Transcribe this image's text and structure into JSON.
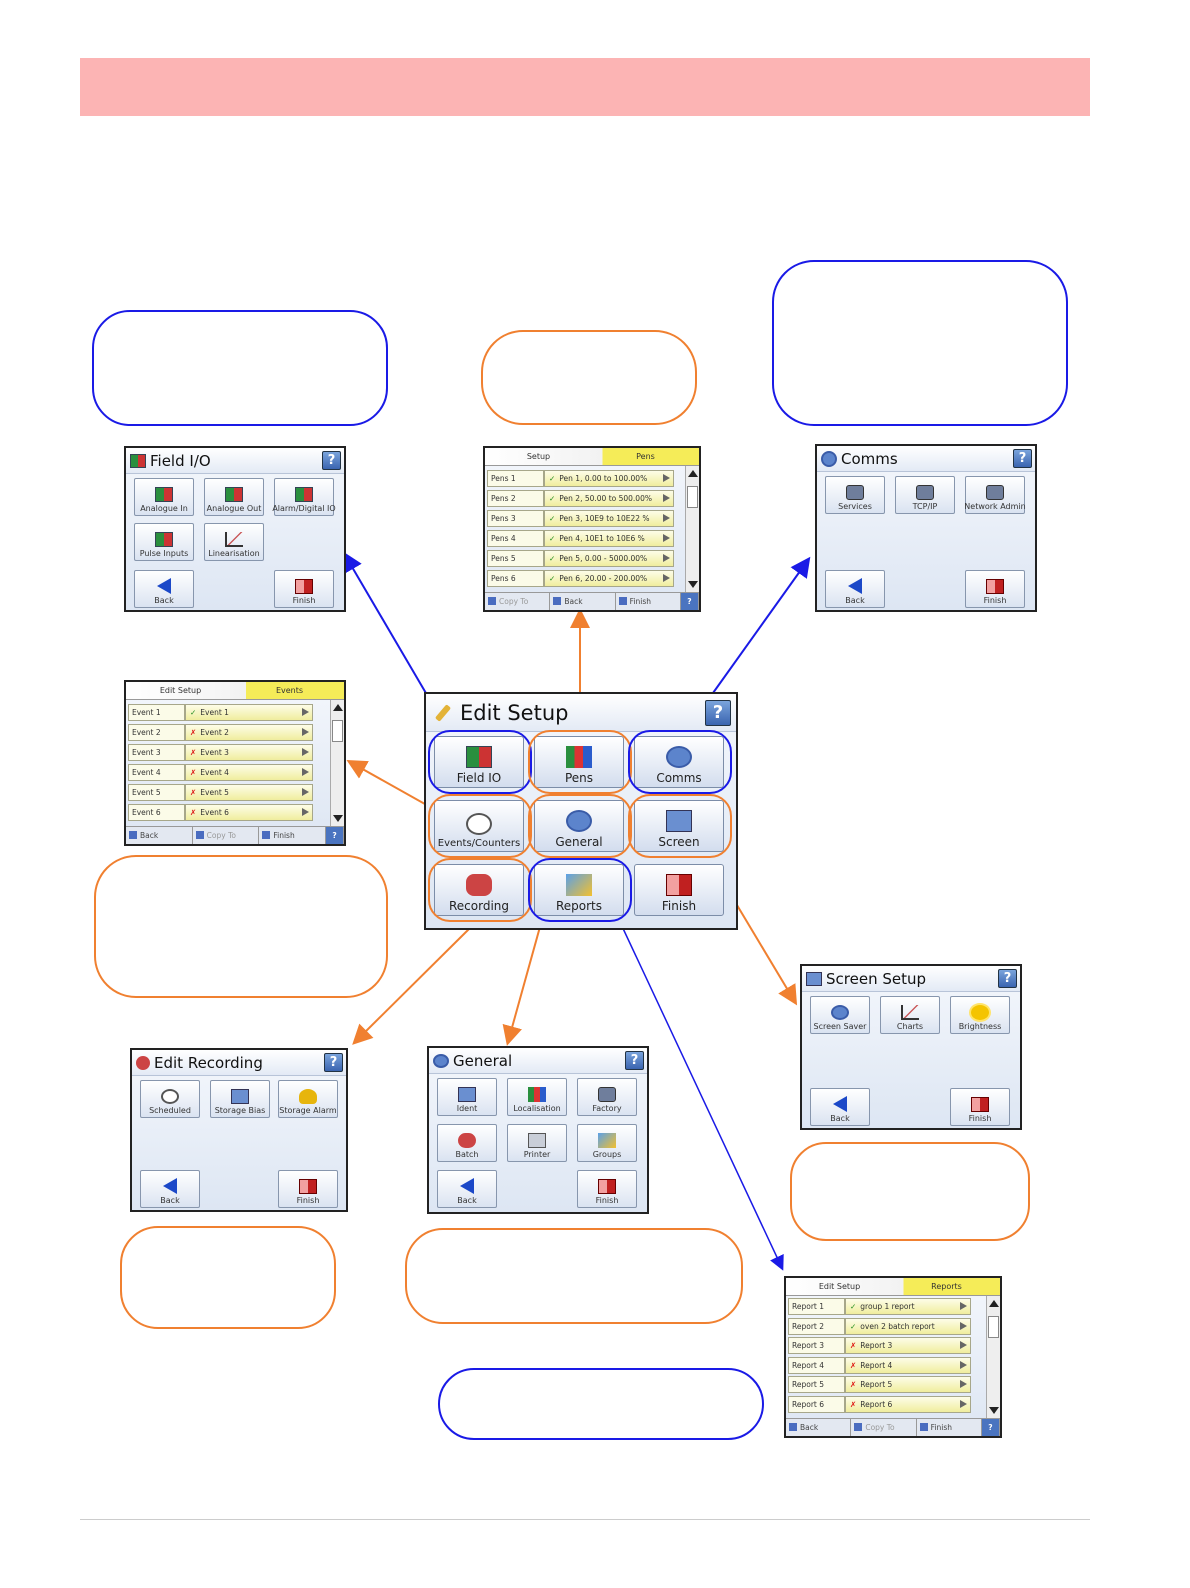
{
  "edit_setup": {
    "title": "Edit Setup",
    "help": "?",
    "buttons": [
      {
        "label": "Field IO",
        "icon": "field-io-icon"
      },
      {
        "label": "Pens",
        "icon": "pens-icon"
      },
      {
        "label": "Comms",
        "icon": "comms-icon"
      },
      {
        "label": "Events/Counters",
        "icon": "events-counters-icon"
      },
      {
        "label": "General",
        "icon": "general-gear-icon"
      },
      {
        "label": "Screen",
        "icon": "screen-icon"
      },
      {
        "label": "Recording",
        "icon": "recording-icon"
      },
      {
        "label": "Reports",
        "icon": "reports-icon"
      },
      {
        "label": "Finish",
        "icon": "finish-icon"
      }
    ]
  },
  "field_io": {
    "title": "Field I/O",
    "help": "?",
    "buttons": [
      "Analogue In",
      "Analogue Out",
      "Alarm/Digital IO",
      "Pulse Inputs",
      "Linearisation"
    ],
    "back": "Back",
    "finish": "Finish"
  },
  "pens": {
    "crumb": [
      "Setup",
      "Pens"
    ],
    "rows": [
      {
        "key": "Pens 1",
        "status": "ok",
        "value": "Pen 1, 0.00 to 100.00%"
      },
      {
        "key": "Pens 2",
        "status": "ok",
        "value": "Pen 2, 50.00 to 500.00%"
      },
      {
        "key": "Pens 3",
        "status": "ok",
        "value": "Pen 3, 10E9 to 10E22 %"
      },
      {
        "key": "Pens 4",
        "status": "ok",
        "value": "Pen 4, 10E1 to 10E6 %"
      },
      {
        "key": "Pens 5",
        "status": "ok",
        "value": "Pen 5, 0.00 - 5000.00%"
      },
      {
        "key": "Pens 6",
        "status": "ok",
        "value": "Pen 6, 20.00 - 200.00%"
      }
    ],
    "bar": [
      "Copy To",
      "Back",
      "Finish"
    ],
    "help": "?"
  },
  "comms": {
    "title": "Comms",
    "help": "?",
    "buttons": [
      "Services",
      "TCP/IP",
      "Network Admin"
    ],
    "back": "Back",
    "finish": "Finish"
  },
  "events": {
    "crumb": [
      "Edit Setup",
      "Events"
    ],
    "rows": [
      {
        "key": "Event 1",
        "status": "ok",
        "value": "Event 1"
      },
      {
        "key": "Event 2",
        "status": "no",
        "value": "Event 2"
      },
      {
        "key": "Event 3",
        "status": "no",
        "value": "Event 3"
      },
      {
        "key": "Event 4",
        "status": "no",
        "value": "Event 4"
      },
      {
        "key": "Event 5",
        "status": "no",
        "value": "Event 5"
      },
      {
        "key": "Event 6",
        "status": "no",
        "value": "Event 6"
      }
    ],
    "bar": [
      "Back",
      "Copy To",
      "Finish"
    ],
    "help": "?"
  },
  "screen_setup": {
    "title": "Screen Setup",
    "help": "?",
    "buttons": [
      "Screen Saver",
      "Charts",
      "Brightness"
    ],
    "back": "Back",
    "finish": "Finish"
  },
  "edit_recording": {
    "title": "Edit Recording",
    "help": "?",
    "buttons": [
      "Scheduled",
      "Storage Bias",
      "Storage Alarm"
    ],
    "back": "Back",
    "finish": "Finish"
  },
  "general": {
    "title": "General",
    "help": "?",
    "buttons": [
      "Ident",
      "Localisation",
      "Factory",
      "Batch",
      "Printer",
      "Groups"
    ],
    "back": "Back",
    "finish": "Finish"
  },
  "reports": {
    "crumb": [
      "Edit Setup",
      "Reports"
    ],
    "rows": [
      {
        "key": "Report 1",
        "status": "ok",
        "value": "group 1 report"
      },
      {
        "key": "Report 2",
        "status": "ok",
        "value": "oven 2 batch report"
      },
      {
        "key": "Report 3",
        "status": "no",
        "value": "Report 3"
      },
      {
        "key": "Report 4",
        "status": "no",
        "value": "Report 4"
      },
      {
        "key": "Report 5",
        "status": "no",
        "value": "Report 5"
      },
      {
        "key": "Report 6",
        "status": "no",
        "value": "Report 6"
      }
    ],
    "bar": [
      "Back",
      "Copy To",
      "Finish"
    ],
    "help": "?"
  },
  "symbols": {
    "ok": "✓",
    "no": "✗"
  },
  "colors": {
    "blue": "#1a1ae6",
    "orange": "#f08030",
    "header_band": "#fcb4b4"
  }
}
